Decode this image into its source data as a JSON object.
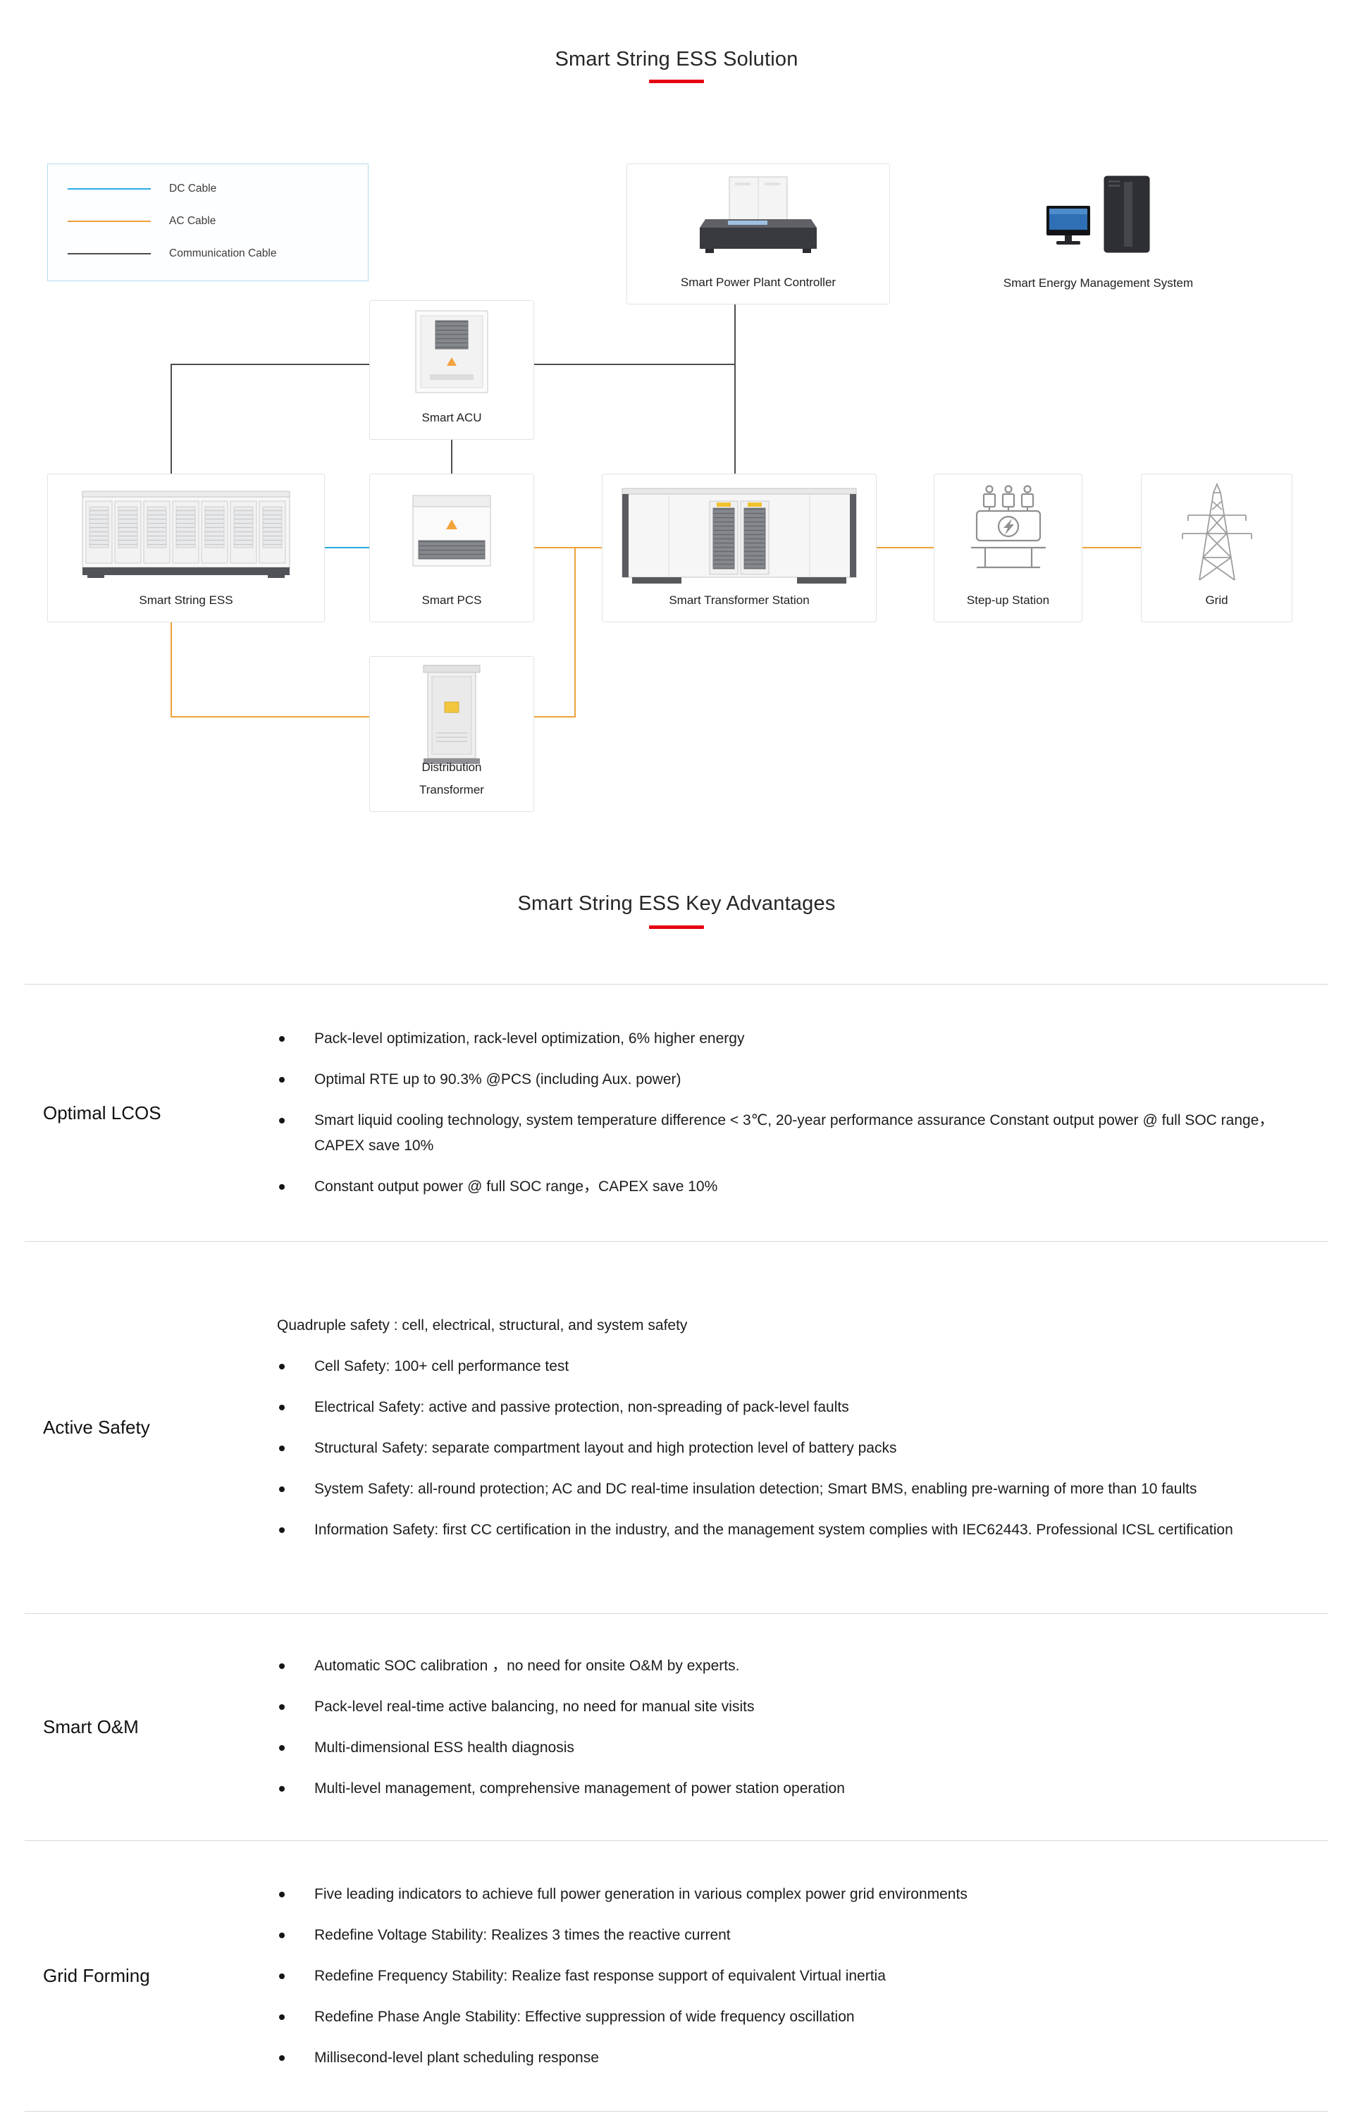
{
  "titles": {
    "solution": "Smart String ESS Solution",
    "advantages": "Smart String ESS Key Advantages"
  },
  "legend": {
    "dc": "DC Cable",
    "ac": "AC Cable",
    "comm": "Communication Cable"
  },
  "colors": {
    "dc_cable": "#29abe2",
    "ac_cable": "#efa13a",
    "comm_cable": "#4d4d4d",
    "accent_red": "#e60012"
  },
  "nodes": {
    "controller": "Smart Power Plant Controller",
    "ems": "Smart Energy Management System",
    "acu": "Smart ACU",
    "ess": "Smart String ESS",
    "pcs": "Smart PCS",
    "transformer_station": "Smart Transformer Station",
    "stepup": "Step-up Station",
    "grid": "Grid",
    "dist_line1": "Distribution",
    "dist_line2": "Transformer"
  },
  "advantages": {
    "rows": [
      {
        "label": "Optimal LCOS",
        "bullets": [
          "Pack-level optimization, rack-level optimization, 6% higher energy",
          "Optimal RTE up to 90.3% @PCS (including Aux. power)",
          "Smart liquid cooling technology, system temperature difference < 3℃, 20-year performance assurance Constant output power @ full SOC range，CAPEX save 10%",
          "Constant output power @ full SOC range，CAPEX save 10%"
        ]
      },
      {
        "label": "Active Safety",
        "intro": "Quadruple safety :  cell, electrical, structural, and system safety",
        "bullets": [
          "Cell Safety: 100+ cell performance test",
          "Electrical Safety: active and passive protection, non-spreading of pack-level faults",
          "Structural Safety: separate compartment layout and high protection level of battery packs",
          "System Safety: all-round protection; AC and DC real-time insulation detection; Smart BMS, enabling pre-warning of more than 10 faults",
          "Information Safety: first CC certification in the industry, and the management system complies with IEC62443. Professional ICSL certification"
        ]
      },
      {
        "label": "Smart O&M",
        "bullets": [
          "Automatic SOC calibration ，no need for onsite O&M by experts.",
          "Pack-level real-time active balancing, no need for manual site visits",
          "Multi-dimensional ESS health diagnosis",
          "Multi-level management, comprehensive management of power station operation"
        ]
      },
      {
        "label": "Grid Forming",
        "bullets": [
          "Five leading indicators to achieve full power generation in various complex power grid environments",
          "Redefine Voltage Stability: Realizes 3 times the reactive current",
          "Redefine Frequency Stability: Realize fast response support of equivalent Virtual inertia",
          "Redefine Phase Angle Stability: Effective suppression of wide frequency oscillation",
          "Millisecond-level plant scheduling response"
        ]
      }
    ]
  }
}
